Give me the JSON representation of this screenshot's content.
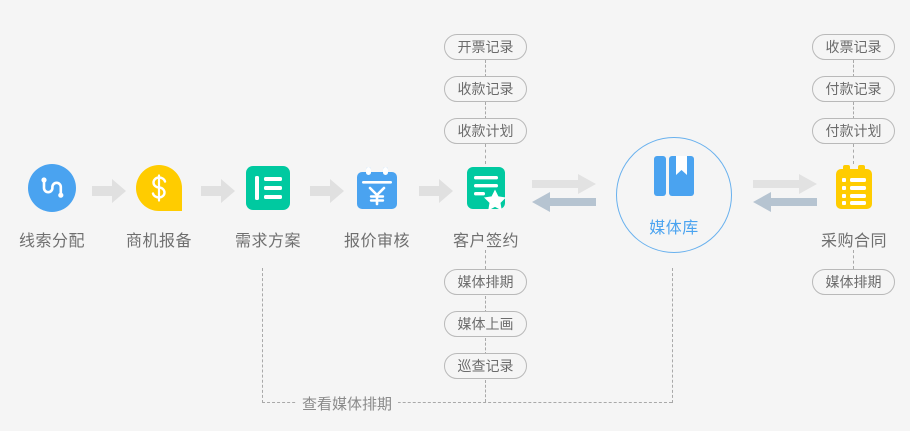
{
  "theme": {
    "background": "#f5f5f5",
    "pill_border": "#b9b9b9",
    "pill_text": "#6b6b6b",
    "label_text": "#6f6f6f",
    "dash_line": "#a9a9a9",
    "accent_blue": "#4aa3f0",
    "accent_green": "#00c9a0",
    "accent_yellow": "#ffcc00",
    "arrow_grey": "#e0e0e0",
    "arrow_blue_grey": "#b6c4d1",
    "media_circle_border": "#69b1ee"
  },
  "flow": {
    "stages": [
      {
        "id": "lead-allocation",
        "label": "线索分配",
        "icon": "route-circle-icon",
        "color": "#4aa3f0"
      },
      {
        "id": "opportunity-report",
        "label": "商机报备",
        "icon": "dollar-bubble-icon",
        "color": "#ffcc00"
      },
      {
        "id": "demand-plan",
        "label": "需求方案",
        "icon": "document-lines-icon",
        "color": "#00c9a0"
      },
      {
        "id": "quote-approval",
        "label": "报价审核",
        "icon": "calendar-yen-icon",
        "color": "#4aa3f0"
      },
      {
        "id": "customer-contract",
        "label": "客户签约",
        "icon": "document-star-icon",
        "color": "#00c9a0"
      },
      {
        "id": "purchase-contract",
        "label": "采购合同",
        "icon": "clipboard-list-icon",
        "color": "#ffcc00"
      }
    ],
    "media_library": {
      "id": "media-library",
      "label": "媒体库",
      "icon": "book-bookmark-icon"
    },
    "arrows": {
      "simple_right": "arrow-right-icon",
      "double": "double-arrow-icon"
    }
  },
  "branches": {
    "customer_contract_above": [
      {
        "label": "开票记录"
      },
      {
        "label": "收款记录"
      },
      {
        "label": "收款计划"
      }
    ],
    "customer_contract_below": [
      {
        "label": "媒体排期"
      },
      {
        "label": "媒体上画"
      },
      {
        "label": "巡查记录"
      }
    ],
    "purchase_contract_above": [
      {
        "label": "收票记录"
      },
      {
        "label": "付款记录"
      },
      {
        "label": "付款计划"
      }
    ],
    "purchase_contract_below": [
      {
        "label": "媒体排期"
      }
    ]
  },
  "footer": {
    "bracket_label": "查看媒体排期"
  }
}
